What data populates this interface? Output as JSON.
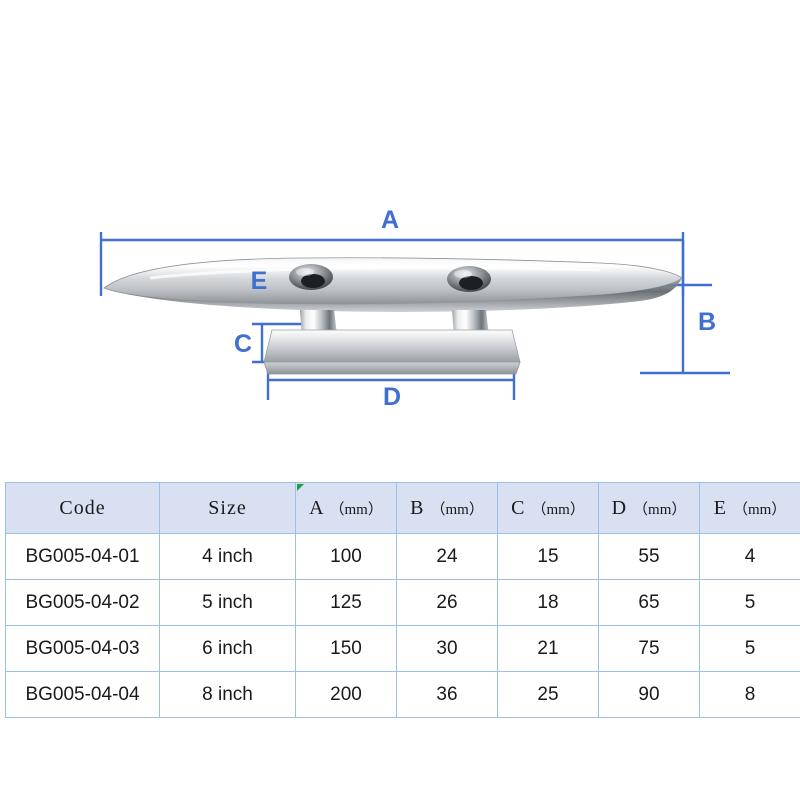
{
  "diagram": {
    "title": "boat-cleat-dimension-drawing",
    "accent_color": "#3f6fd0",
    "labels": {
      "a": "A",
      "b": "B",
      "c": "C",
      "d": "D",
      "e": "E"
    }
  },
  "table": {
    "header_bg": "#d9e0f2",
    "border_color": "#9cc0e4",
    "columns": [
      {
        "name": "Code",
        "unit": ""
      },
      {
        "name": "Size",
        "unit": ""
      },
      {
        "name": "A",
        "unit": "（mm）"
      },
      {
        "name": "B",
        "unit": "（mm）"
      },
      {
        "name": "C",
        "unit": "（mm）"
      },
      {
        "name": "D",
        "unit": "（mm）"
      },
      {
        "name": "E",
        "unit": "（mm）"
      }
    ],
    "rows": [
      {
        "code": "BG005-04-01",
        "size": "4 inch",
        "a": "100",
        "b": "24",
        "c": "15",
        "d": "55",
        "e": "4"
      },
      {
        "code": "BG005-04-02",
        "size": "5 inch",
        "a": "125",
        "b": "26",
        "c": "18",
        "d": "65",
        "e": "5"
      },
      {
        "code": "BG005-04-03",
        "size": "6 inch",
        "a": "150",
        "b": "30",
        "c": "21",
        "d": "75",
        "e": "5"
      },
      {
        "code": "BG005-04-04",
        "size": "8 inch",
        "a": "200",
        "b": "36",
        "c": "25",
        "d": "90",
        "e": "8"
      }
    ]
  }
}
